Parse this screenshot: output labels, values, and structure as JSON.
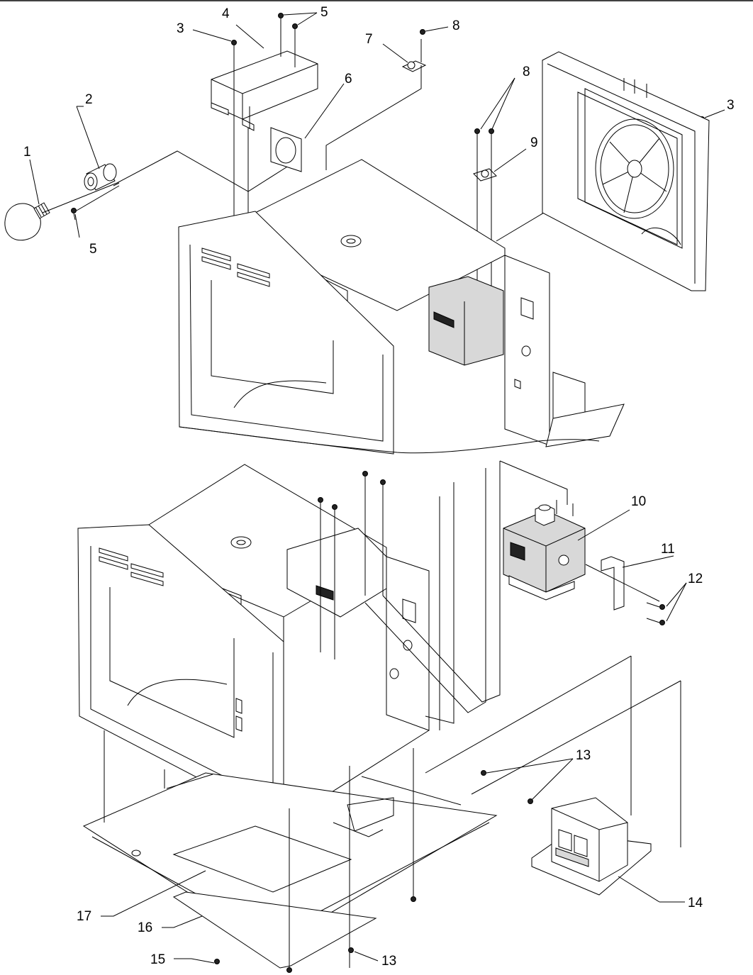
{
  "callouts": {
    "c1": "1",
    "c2": "2",
    "c3a": "3",
    "c3b": "3",
    "c4": "4",
    "c5a": "5",
    "c5b": "5",
    "c6": "6",
    "c7": "7",
    "c8a": "8",
    "c8b": "8",
    "c9": "9",
    "c10": "10",
    "c11": "11",
    "c12": "12",
    "c13a": "13",
    "c13b": "13",
    "c14": "14",
    "c15": "15",
    "c16": "16",
    "c17": "17"
  }
}
